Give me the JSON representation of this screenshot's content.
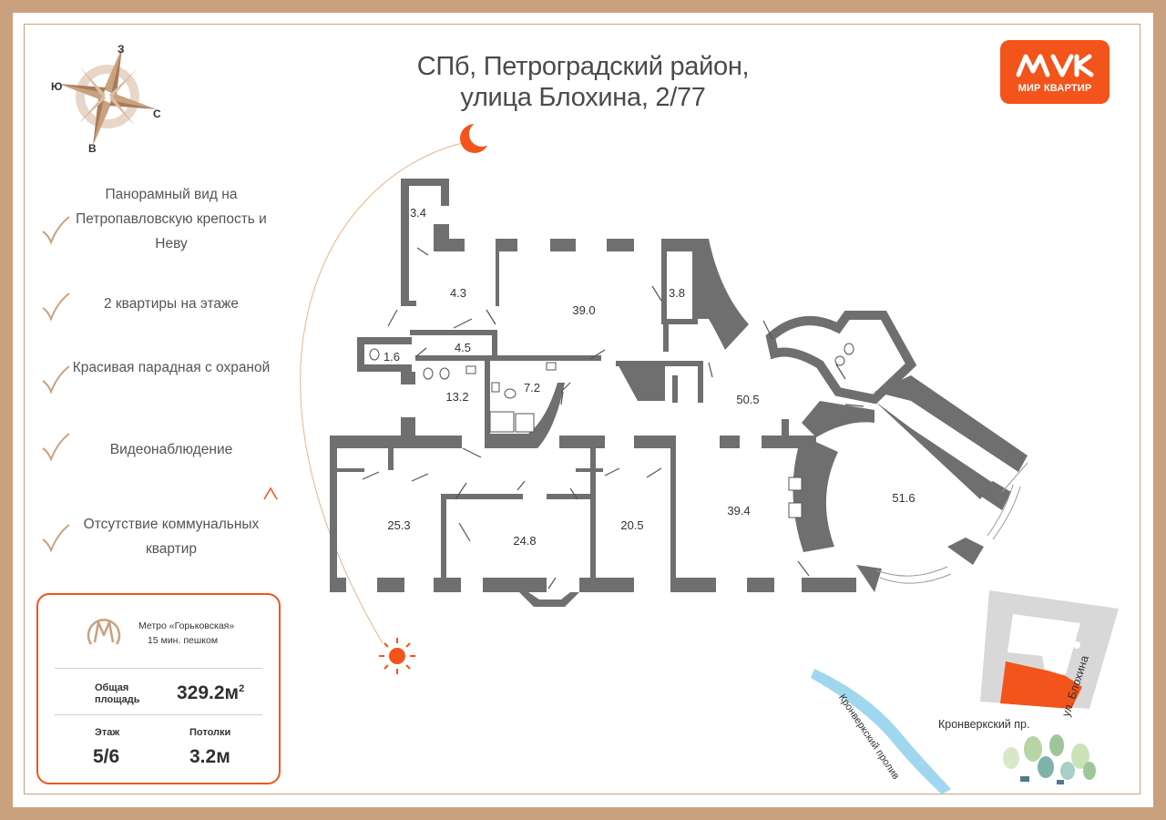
{
  "header": {
    "title_line1": "СПб, Петроградский район,",
    "title_line2": "улица Блохина, 2/77"
  },
  "logo": {
    "text": "МИР КВАРТИР"
  },
  "compass": {
    "north": "С",
    "south": "Ю",
    "west": "З",
    "east": "В"
  },
  "features": [
    {
      "text": "Панорамный вид на Петропавловскую крепость и Неву"
    },
    {
      "text": "2 квартиры на этаже"
    },
    {
      "text": "Красивая парадная с охраной"
    },
    {
      "text": "Видеонаблюдение"
    },
    {
      "text": "Отсутствие коммунальных квартир"
    }
  ],
  "info": {
    "metro_name": "Метро «Горьковская»",
    "metro_walk": "15 мин. пешком",
    "area_label": "Общая площадь",
    "area_value": "329.2м",
    "area_unit_sup": "2",
    "floor_label": "Этаж",
    "floor_value": "5/6",
    "ceiling_label": "Потолки",
    "ceiling_value": "3.2м"
  },
  "rooms": {
    "r3_4": "3.4",
    "r4_3": "4.3",
    "r39_0": "39.0",
    "r3_8": "3.8",
    "r1_6": "1.6",
    "r4_5": "4.5",
    "r13_2": "13.2",
    "r7_2": "7.2",
    "r50_5": "50.5",
    "r25_3": "25.3",
    "r24_8": "24.8",
    "r20_5": "20.5",
    "r39_4": "39.4",
    "r51_6": "51.6"
  },
  "map": {
    "street_blokhina": "ул. Блохина",
    "prospect": "Кронверкский пр.",
    "strait": "Кронверкский пролив"
  },
  "colors": {
    "accent": "#f2541b",
    "frame": "#c9a17f",
    "wall": "#6f6f6f"
  }
}
